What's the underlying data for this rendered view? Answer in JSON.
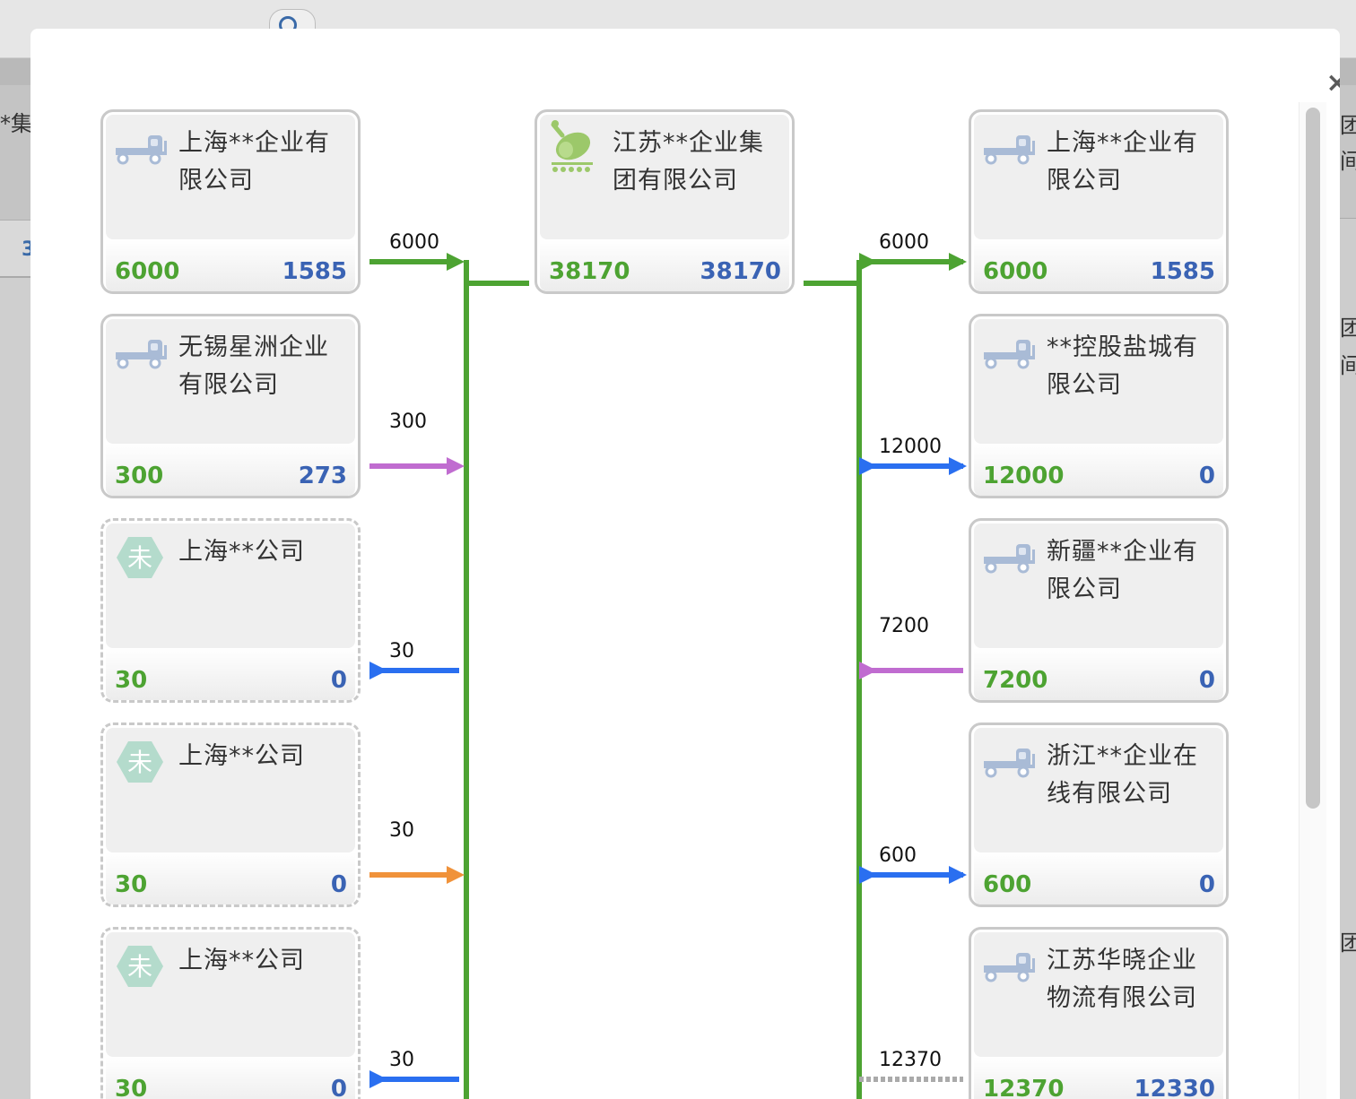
{
  "background": {
    "left_fragment_1": "*集",
    "left_fragment_2": "3",
    "right_fragments": [
      "团",
      "间",
      "团",
      "间",
      "团"
    ]
  },
  "modal": {
    "close_label": "×"
  },
  "center_node": {
    "name": "江苏**企业集团有限公司",
    "value_left": "38170",
    "value_right": "38170",
    "icon": "logistics-plant-icon"
  },
  "left_nodes": [
    {
      "name": "上海**企业有限公司",
      "value_left": "6000",
      "value_right": "1585",
      "icon": "truck-icon",
      "status": "normal",
      "flow_label": "6000",
      "flow_color": "#4da332"
    },
    {
      "name": "无锡星洲企业有限公司",
      "value_left": "300",
      "value_right": "273",
      "icon": "truck-icon",
      "status": "normal",
      "flow_label": "300",
      "flow_color": "#c06cd0"
    },
    {
      "name": "上海**公司",
      "value_left": "30",
      "value_right": "0",
      "icon": "unverified-hex-icon",
      "status": "unverified",
      "badge": "未",
      "flow_label": "30",
      "flow_color": "#2a6ff0"
    },
    {
      "name": "上海**公司",
      "value_left": "30",
      "value_right": "0",
      "icon": "unverified-hex-icon",
      "status": "unverified",
      "badge": "未",
      "flow_label": "30",
      "flow_color": "#f0923a"
    },
    {
      "name": "上海**公司",
      "value_left": "30",
      "value_right": "0",
      "icon": "unverified-hex-icon",
      "status": "unverified",
      "badge": "未",
      "flow_label": "30",
      "flow_color": "#2a6ff0"
    }
  ],
  "right_nodes": [
    {
      "name": "上海**企业有限公司",
      "value_left": "6000",
      "value_right": "1585",
      "icon": "truck-icon",
      "flow_label": "6000",
      "flow_color": "#4da332"
    },
    {
      "name": "**控股盐城有限公司",
      "value_left": "12000",
      "value_right": "0",
      "icon": "truck-icon",
      "flow_label": "12000",
      "flow_color": "#2a6ff0"
    },
    {
      "name": "新疆**企业有限公司",
      "value_left": "7200",
      "value_right": "0",
      "icon": "truck-icon",
      "flow_label": "7200",
      "flow_color": "#c06cd0"
    },
    {
      "name": "浙江**企业在线有限公司",
      "value_left": "600",
      "value_right": "0",
      "icon": "truck-icon",
      "flow_label": "600",
      "flow_color": "#2a6ff0"
    },
    {
      "name": "江苏华晓企业物流有限公司",
      "value_left": "12370",
      "value_right": "12330",
      "icon": "truck-icon",
      "flow_label": "12370",
      "flow_color": "#aaaaaa"
    }
  ],
  "colors": {
    "trunk": "#4da332",
    "value_green": "#4da332",
    "value_blue": "#3a63b4"
  }
}
